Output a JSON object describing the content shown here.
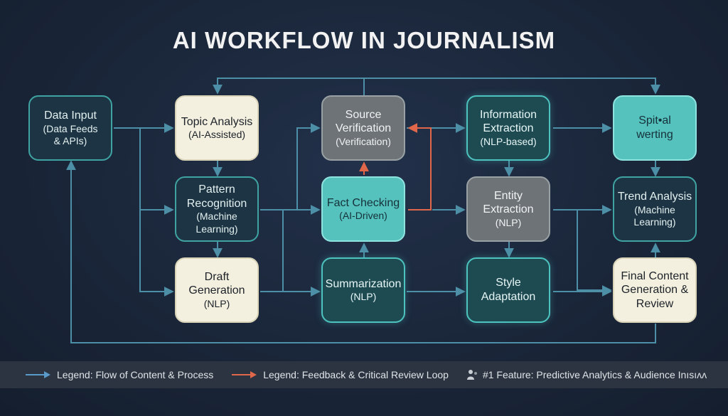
{
  "title": "AI WORKFLOW IN JOURNALISM",
  "nodes": {
    "data_input": {
      "line1": "Data Input",
      "line2": "(Data Feeds & APIs)"
    },
    "topic_analysis": {
      "line1": "Topic Analysis",
      "line2": "(AI-Assisted)"
    },
    "pattern_recognition": {
      "line1": "Pattern Recognition",
      "line2": "(Machine Learning)"
    },
    "draft_generation": {
      "line1": "Draft Generation",
      "line2": "(NLP)"
    },
    "source_verification": {
      "line1": "Source Verification",
      "line2": "(Verification)"
    },
    "fact_checking": {
      "line1": "Fact Checking",
      "line2": "(AI-Driven)"
    },
    "summarization": {
      "line1": "Summarization",
      "line2": "(NLP)"
    },
    "information_extraction": {
      "line1": "Information Extraction",
      "line2": "(NLP-based)"
    },
    "entity_extraction": {
      "line1": "Entity Extraction",
      "line2": "(NLP)"
    },
    "style_adaptation": {
      "line1": "Style Adaptation",
      "line2": ""
    },
    "spital_werting": {
      "line1": "Spit•al werting",
      "line2": ""
    },
    "trend_analysis": {
      "line1": "Trend Analysis",
      "line2": "(Machine Learning)"
    },
    "final_content": {
      "line1": "Final Content Generation & Review",
      "line2": ""
    }
  },
  "legend": {
    "flow": "Legend: Flow of Content & Process",
    "feedback": "Legend: Feedback & Critical Review Loop",
    "feature": "#1 Feature: Predictive Analytics & Audience In",
    "feature_tail": "ısıʌʌ",
    "flow_color": "#5a9ac8",
    "feedback_color": "#e0674a"
  },
  "colors": {
    "connector": "#4d8fa6",
    "feedback": "#e0674a",
    "background": "#1a2639"
  }
}
